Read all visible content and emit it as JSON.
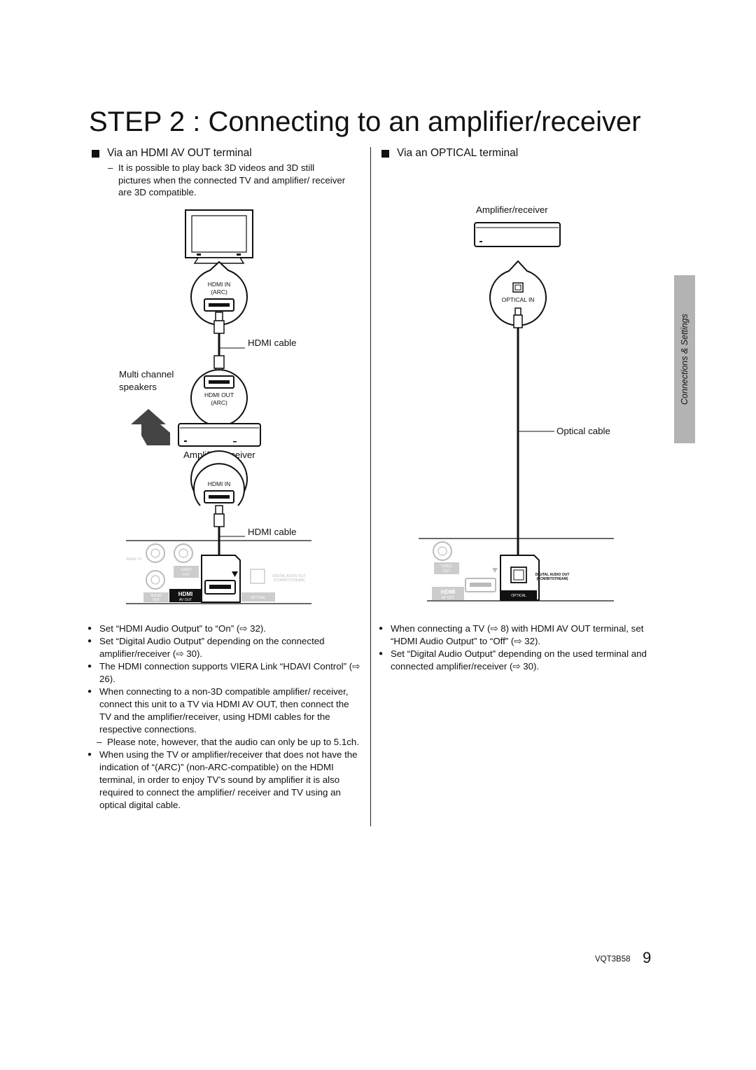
{
  "title": "STEP 2 : Connecting to an amplifier/receiver",
  "left": {
    "heading": "Via an HDMI AV OUT terminal",
    "note": "It is possible to play back 3D videos and 3D still pictures when the connected TV and amplifier/ receiver are 3D compatible.",
    "diagram": {
      "tv_port_top": "HDMI IN",
      "tv_port_arc": "(ARC)",
      "cable1": "HDMI cable",
      "speakers": "Multi channel\nspeakers",
      "amp_port_top": "HDMI OUT",
      "amp_port_arc": "(ARC)",
      "amp_label": "Amplifier/receiver",
      "player_port": "HDMI IN",
      "cable2": "HDMI cable",
      "panel_video_out": "VIDEO OUT",
      "panel_audio_out": "AUDIO OUT",
      "panel_hdmi": "HDMI",
      "panel_av_out": "AV OUT",
      "panel_digital": "DIGITAL AUDIO OUT (PCM/BITSTREAM)",
      "panel_optical": "OPTICAL",
      "panel_base": "BASE-TX"
    },
    "bullets": [
      "Set “HDMI Audio Output” to “On” (⇨ 32).",
      "Set “Digital Audio Output” depending on the connected amplifier/receiver (⇨ 30).",
      "The HDMI connection supports VIERA Link “HDAVI Control” (⇨ 26).",
      "When connecting to a non-3D compatible amplifier/ receiver, connect this unit to a TV via HDMI AV OUT, then connect the TV and the amplifier/receiver, using HDMI cables for the respective connections."
    ],
    "sub_note": "Please note, however, that the audio can only be up to 5.1ch.",
    "bullet_last": "When using the TV or amplifier/receiver that does not have the indication of “(ARC)” (non-ARC-compatible) on the HDMI terminal, in order to enjoy TV’s sound by amplifier it is also required to connect the amplifier/ receiver and TV using an optical digital cable."
  },
  "right": {
    "heading": "Via an OPTICAL terminal",
    "diagram": {
      "amp_label": "Amplifier/receiver",
      "port_label": "OPTICAL IN",
      "cable": "Optical cable",
      "panel_video_out": "VIDEO OUT",
      "panel_hdmi": "HDMI",
      "panel_av_out": "AV OUT",
      "panel_digital": "DIGITAL AUDIO OUT (PCM/BITSTREAM)",
      "panel_optical": "OPTICAL"
    },
    "bullets": [
      "When connecting a TV (⇨ 8) with HDMI AV OUT terminal, set “HDMI Audio Output” to “Off” (⇨ 32).",
      "Set “Digital Audio Output” depending on the used terminal and connected amplifier/receiver (⇨ 30)."
    ]
  },
  "side_tab": "Connections & Settings",
  "footer": {
    "code": "VQT3B58",
    "page": "9"
  }
}
